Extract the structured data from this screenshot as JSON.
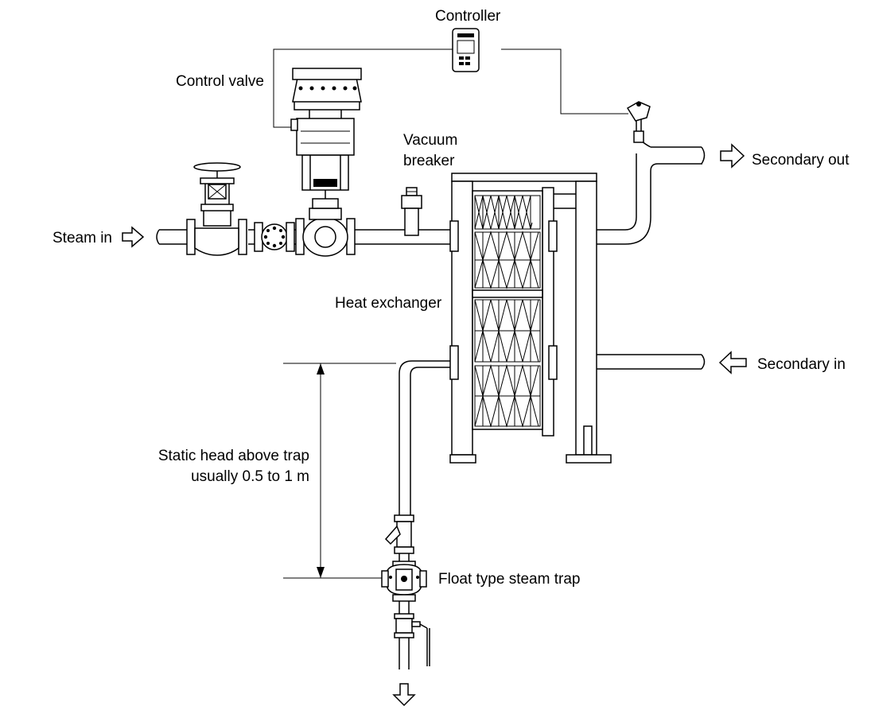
{
  "labels": {
    "controller": "Controller",
    "control_valve": "Control valve",
    "vacuum_breaker_line1": "Vacuum",
    "vacuum_breaker_line2": "breaker",
    "secondary_out": "Secondary out",
    "steam_in": "Steam in",
    "heat_exchanger": "Heat exchanger",
    "secondary_in": "Secondary in",
    "static_head_line1": "Static head above trap",
    "static_head_line2": "usually 0.5 to 1 m",
    "float_trap": "Float type steam trap"
  },
  "icons": [
    "flow-arrow-icon",
    "controller-icon",
    "isolation-valve-icon",
    "control-valve-icon",
    "vacuum-breaker-icon",
    "temperature-sensor-icon",
    "plate-heat-exchanger-icon",
    "strainer-icon",
    "float-trap-icon",
    "ball-valve-icon"
  ]
}
